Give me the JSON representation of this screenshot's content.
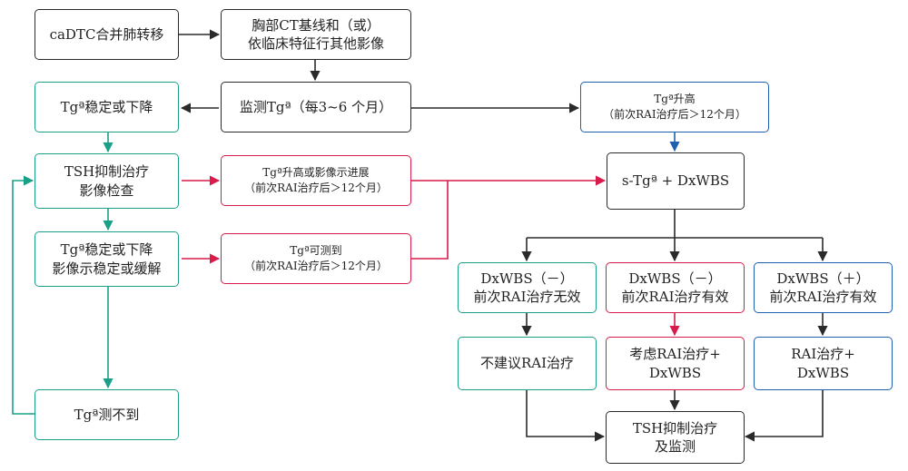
{
  "colors": {
    "black": "#2a2a2a",
    "teal": "#1aa089",
    "red": "#d81b4a",
    "blue": "#1f5fb0"
  },
  "nodes": {
    "start": {
      "line1": "caDTC合并肺转移"
    },
    "baseline": {
      "line1": "胸部CT基线和（或）",
      "line2": "依临床特征行其他影像"
    },
    "monitor": {
      "line1": "监测Tgª（每3~6 个月）"
    },
    "tg_stable": {
      "line1": "Tgª稳定或下降"
    },
    "tg_rise": {
      "line1": "Tgª升高",
      "line2": "（前次RAI治疗后＞12个月）"
    },
    "tsh_imaging": {
      "line1": "TSH抑制治疗",
      "line2": "影像检查"
    },
    "tg_rise_progress": {
      "line1": "Tgª升高或影像示进展",
      "line2": "（前次RAI治疗后＞12个月）"
    },
    "stg_dxwbs": {
      "line1": "s-Tgª + DxWBS"
    },
    "tg_stable_imaging": {
      "line1": "Tgª稳定或下降",
      "line2": "影像示稳定或缓解"
    },
    "tg_detectable": {
      "line1": "Tgª可测到",
      "line2": "（前次RAI治疗后＞12个月）"
    },
    "dx_neg_ineffective": {
      "line1": "DxWBS（－）",
      "line2": "前次RAI治疗无效"
    },
    "dx_neg_effective": {
      "line1": "DxWBS（－）",
      "line2": "前次RAI治疗有效"
    },
    "dx_pos_effective": {
      "line1": "DxWBS（＋）",
      "line2": "前次RAI治疗有效"
    },
    "no_rai": {
      "line1": "不建议RAI治疗"
    },
    "consider_rai": {
      "line1": "考虑RAI治疗+",
      "line2": "DxWBS"
    },
    "rai": {
      "line1": "RAI治疗+",
      "line2": "DxWBS"
    },
    "tg_undetectable": {
      "line1": "Tgª测不到"
    },
    "tsh_monitor": {
      "line1": "TSH抑制治疗",
      "line2": "及监测"
    }
  }
}
